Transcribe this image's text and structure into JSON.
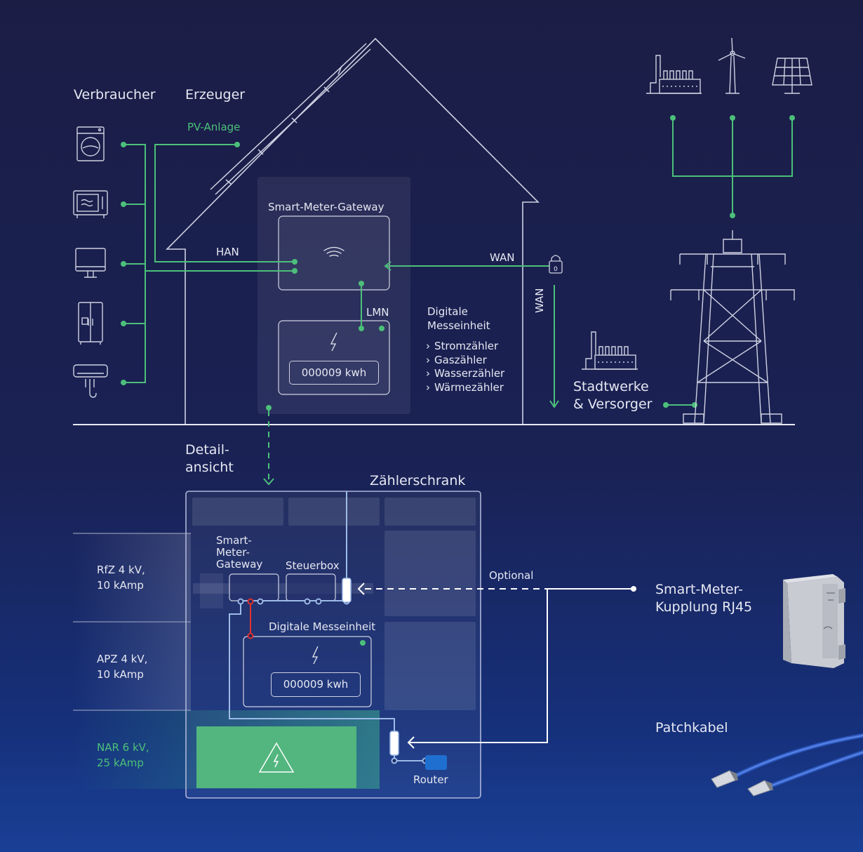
{
  "house": {
    "consumers_label": "Verbraucher",
    "producers_label": "Erzeuger",
    "pv_label": "PV-Anlage",
    "han_label": "HAN",
    "gateway_label": "Smart-Meter-Gateway",
    "wan_label": "WAN",
    "wan_vertical_label": "WAN",
    "lmn_label": "LMN",
    "meter_reading": "000009 kwh",
    "digital_unit_title_1": "Digitale",
    "digital_unit_title_2": "Messeinheit",
    "digital_unit_items": [
      "Stromzähler",
      "Gaszähler",
      "Wasserzähler",
      "Wärmezähler"
    ],
    "utilities_label_1": "Stadtwerke",
    "utilities_label_2": "& Versorger"
  },
  "detail": {
    "detail_label_1": "Detail-",
    "detail_label_2": "ansicht",
    "cabinet_label": "Zählerschrank",
    "gateway_label_1": "Smart-",
    "gateway_label_2": "Meter-",
    "gateway_label_3": "Gateway",
    "control_box_label": "Steuerbox",
    "digital_unit_label": "Digitale Messeinheit",
    "meter_reading": "000009 kwh",
    "router_label": "Router",
    "optional_label": "Optional",
    "zones": [
      {
        "line1": "RfZ 4 kV,",
        "line2": "10 kAmp"
      },
      {
        "line1": "APZ 4 kV,",
        "line2": "10 kAmp"
      },
      {
        "line1": "NAR 6 kV,",
        "line2": "25 kAmp"
      }
    ]
  },
  "products": {
    "coupling_label_1": "Smart-Meter-",
    "coupling_label_2": "Kupplung RJ45",
    "cable_label": "Patchkabel"
  },
  "colors": {
    "line": "#cfd2e2",
    "green": "#4cc07a",
    "network_blue": "#9dbbe8",
    "red": "#e0322e",
    "router_blue": "#1f6fd0",
    "nar_green": "#52b67e",
    "cable_blue": "#3f6fd8"
  }
}
